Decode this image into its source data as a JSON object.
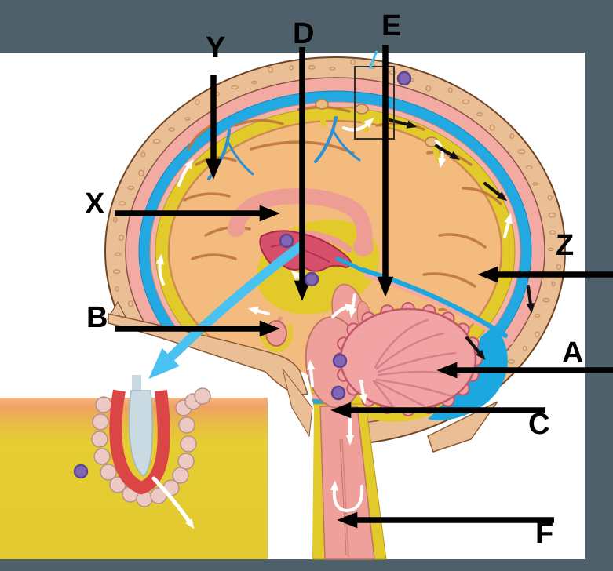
{
  "scene": {
    "description": "Sagittal head section showing cerebrospinal fluid circulation with lettered leader arrows and an inset magnification of an arachnoid villus"
  },
  "labels": [
    "Y",
    "D",
    "E",
    "X",
    "B",
    "Z",
    "A",
    "C",
    "F"
  ],
  "colors": {
    "frame_background": "#4e6069",
    "panel_white": "#ffffff",
    "skull_tan": "#eabf96",
    "skull_speckle": "#bf8a5c",
    "skull_outline": "#6e4526",
    "dura_pink": "#f3aaa2",
    "sinus_blue": "#22a9e1",
    "arachnoid_pink": "#f3b3ab",
    "csf_yellow": "#e2ca2b",
    "brain_orange": "#f3bb7e",
    "sulci_brown": "#c0763f",
    "corpus_callosum_pink": "#ee9d95",
    "plexus_red": "#d6506b",
    "brainstem_salmon": "#f0a09a",
    "cerebellum_pink": "#f2a4a4",
    "cerebellum_edge": "#c2566a",
    "inset_yellow": "#e5cd32",
    "inset_orange": "#efa263",
    "villus_cell_pink": "#ecc9c2",
    "villus_cell_edge": "#b9908a",
    "villus_red": "#dc4545",
    "villus_core_blue": "#c9dae3",
    "label_arrow_black": "#000000",
    "csf_flow_white": "#ffffff",
    "venous_flow_black": "#111111",
    "callout_blue": "#4ac2f1",
    "marker_purple": "#8365b5",
    "marker_purple_edge": "#5c4590"
  },
  "markers": {
    "purple_dot_count": 6
  }
}
